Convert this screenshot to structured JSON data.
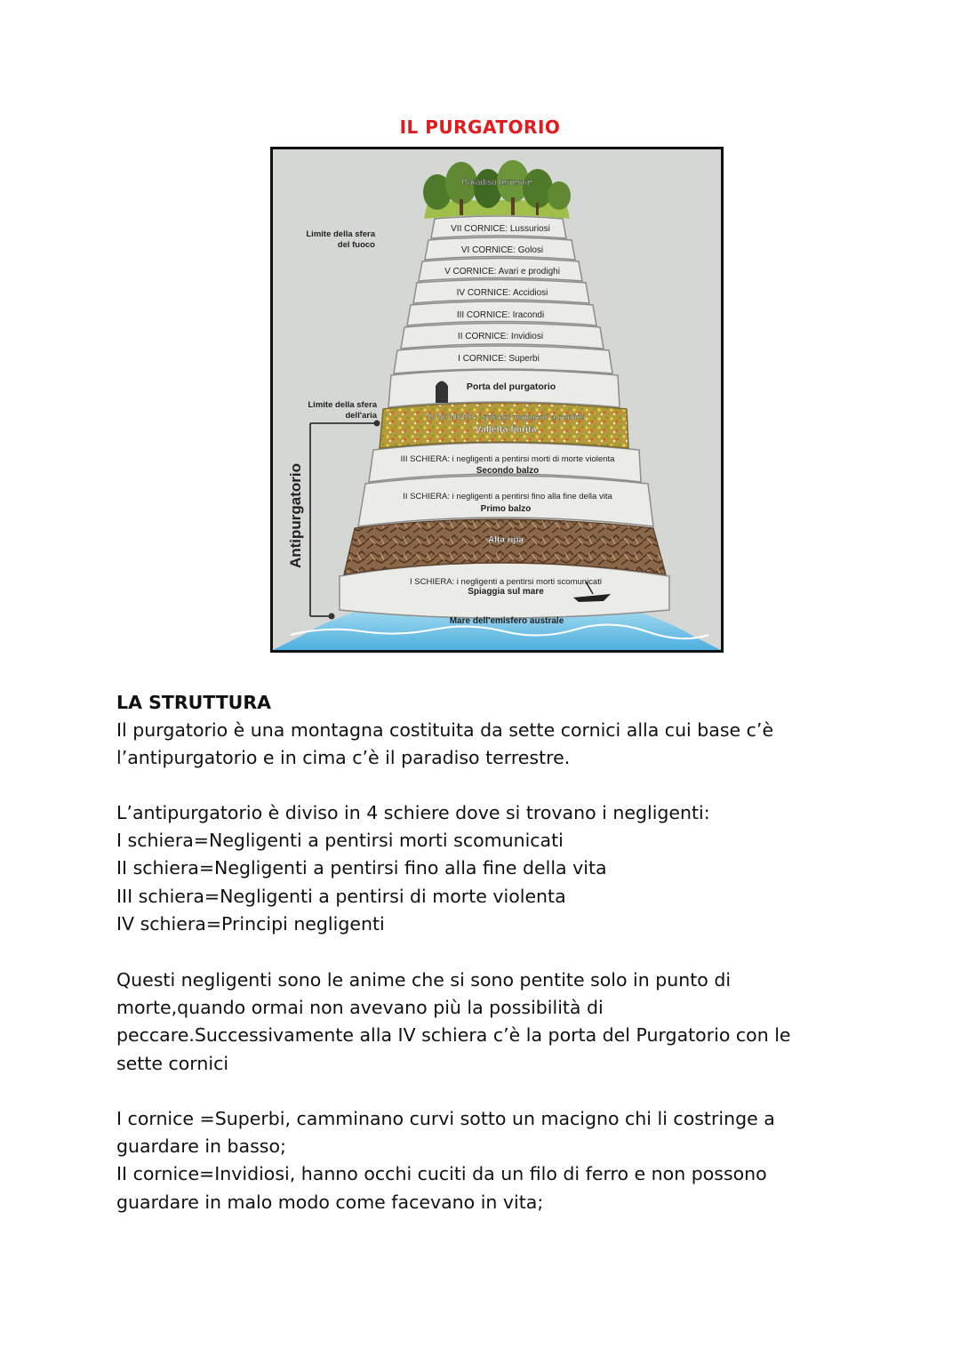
{
  "page": {
    "title": "IL PURGATORIO"
  },
  "figure": {
    "labels": {
      "paradiso": "Paradiso terrestre",
      "c7": "VII CORNICE: Lussuriosi",
      "c6": "VI CORNICE: Golosi",
      "c5": "V CORNICE: Avari e prodighi",
      "c4": "IV CORNICE: Accidiosi",
      "c3": "III CORNICE: Iracondi",
      "c2": "II CORNICE: Invidiosi",
      "c1": "I CORNICE: Superbi",
      "porta": "Porta del purgatorio",
      "s4": "IV SCHIERA: i principi negligenti a pentirsi",
      "valletta": "Valletta fiorita",
      "s3": "III SCHIERA: i negligenti a pentirsi morti di morte violenta",
      "secondo": "Secondo balzo",
      "s2": "II SCHIERA: i negligenti a pentirsi fino alla fine della vita",
      "primo": "Primo balzo",
      "altaripa": "Alta ripa",
      "s1": "I SCHIERA: i negligenti a pentirsi morti scomunicati",
      "spiaggia": "Spiaggia sul mare",
      "mare": "Mare dell'emisfero australe",
      "fuoco_1": "Limite della sfera",
      "fuoco_2": "del fuoco",
      "aria_1": "Limite della sfera",
      "aria_2": "dell'aria",
      "antipurgatorio": "Antipurgatorio"
    },
    "colors": {
      "background": "#d5d7d5",
      "terrace": "#ebebe8",
      "terrace_stroke": "#8d8d8b",
      "rock": "#8a6748",
      "meadow": "#c9a43c",
      "sea": "#7fc8e8",
      "grass": "#8db23d",
      "title_red": "#e3191b"
    }
  },
  "content": {
    "section_title": "LA STRUTTURA",
    "p1": [
      "Il purgatorio è una montagna costituita da sette cornici alla cui base c’è",
      "l’antipurgatorio e in cima c’è il paradiso terrestre."
    ],
    "p2": [
      "L’antipurgatorio è diviso in 4 schiere dove si trovano i negligenti:",
      "I schiera=Negligenti a pentirsi morti scomunicati",
      "II schiera=Negligenti a pentirsi fino alla fine della vita",
      "III schiera=Negligenti a pentirsi di morte violenta",
      "IV schiera=Principi negligenti"
    ],
    "p3": [
      "Questi negligenti sono le anime che si sono pentite solo in punto di",
      "morte,quando ormai non avevano più la possibilità di",
      "peccare.Successivamente alla IV schiera c’è la porta del Purgatorio con le",
      "sette cornici"
    ],
    "p4": [
      "I cornice =Superbi, camminano curvi sotto un macigno chi li costringe a",
      "guardare in basso;",
      "II cornice=Invidiosi, hanno occhi cuciti da un filo di ferro e non possono",
      "guardare in malo modo come facevano in vita;"
    ]
  }
}
